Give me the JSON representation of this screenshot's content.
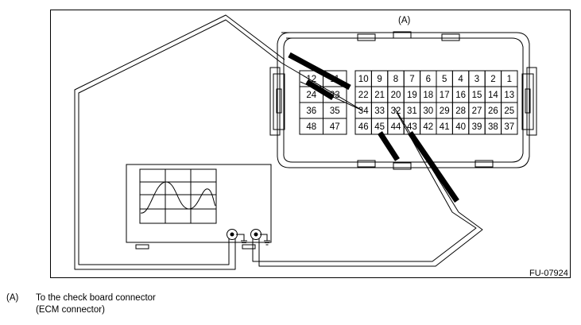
{
  "figure": {
    "callout_label": "(A)",
    "figure_code": "FU-07924"
  },
  "connector": {
    "small_block_pins": [
      [
        "12",
        "11"
      ],
      [
        "24",
        "23"
      ],
      [
        "36",
        "35"
      ],
      [
        "48",
        "47"
      ]
    ],
    "large_block_pins": [
      [
        "10",
        "9",
        "8",
        "7",
        "6",
        "5",
        "4",
        "3",
        "2",
        "1"
      ],
      [
        "22",
        "21",
        "20",
        "19",
        "18",
        "17",
        "16",
        "15",
        "14",
        "13"
      ],
      [
        "34",
        "33",
        "32",
        "31",
        "30",
        "29",
        "28",
        "27",
        "26",
        "25"
      ],
      [
        "46",
        "45",
        "44",
        "43",
        "42",
        "41",
        "40",
        "39",
        "38",
        "37"
      ]
    ]
  },
  "legend": {
    "key": "(A)",
    "line1": "To the check board connector",
    "line2": "(ECM connector)"
  }
}
